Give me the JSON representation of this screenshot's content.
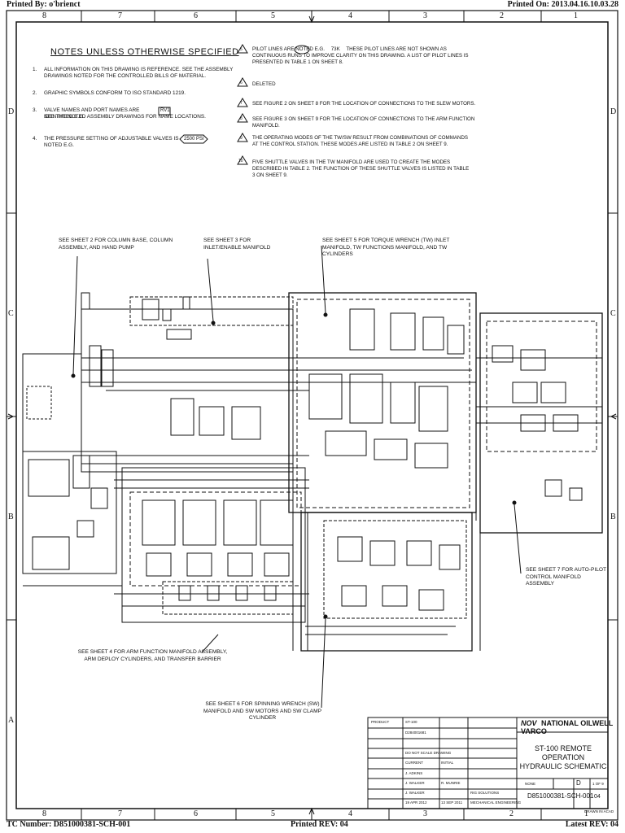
{
  "header": {
    "printed_by": "Printed By: o'brienct",
    "printed_on": "Printed On: 2013.04.16.10.03.28"
  },
  "footer": {
    "tc_number": "TC Number: D851000381-SCH-001",
    "printed_rev": "Printed REV: 04",
    "latest_rev": "Latest REV: 04"
  },
  "zones": {
    "columns": [
      "8",
      "7",
      "6",
      "5",
      "4",
      "3",
      "2",
      "1"
    ],
    "rows": [
      "D",
      "C",
      "B",
      "A"
    ]
  },
  "notes": {
    "title": "NOTES UNLESS OTHERWISE SPECIFIED",
    "items": [
      {
        "num": "1.",
        "text": "ALL INFORMATION ON THIS DRAWING IS REFERENCE. SEE THE ASSEMBLY DRAWINGS NOTED FOR THE CONTROLLED BILLS OF MATERIAL."
      },
      {
        "num": "2.",
        "text": "GRAPHIC SYMBOLS CONFORM TO ISO STANDARD 1219."
      },
      {
        "num": "3.",
        "text": "VALVE NAMES AND PORT NAMES ARE IDENTIFIED e.g.",
        "tag": "RV1",
        "text2": "SEE THE NOTED ASSEMBLY DRAWINGS FOR NAME LOCATIONS."
      },
      {
        "num": "4.",
        "text": "THE PRESSURE SETTING OF ADJUSTABLE VALVES IS NOTED e.g.",
        "tag": "2500 PSI"
      }
    ]
  },
  "flag_notes": [
    {
      "num": "5",
      "text": "PILOT LINES ARE NOTED e.g.",
      "tag": "73K",
      "text2": "THESE PILOT LINES ARE NOT SHOWN AS CONTINUOUS RUNS TO IMPROVE CLARITY ON THIS DRAWING. A LIST OF PILOT LINES IS PRESENTED IN TABLE 1 ON SHEET 8."
    },
    {
      "num": "6",
      "text": "DELETED"
    },
    {
      "num": "7",
      "text": "SEE FIGURE 2 ON SHEET 8 FOR THE LOCATION OF CONNECTIONS TO THE SLEW MOTORS."
    },
    {
      "num": "8",
      "text": "SEE FIGURE 3 ON SHEET 9 FOR THE LOCATION OF CONNECTIONS TO THE ARM FUNCTION MANIFOLD."
    },
    {
      "num": "9",
      "text": "THE OPERATING MODES OF THE TW/SW RESULT FROM COMBINATIONS OF COMMANDS AT THE CONTROL STATION. THESE MODES ARE LISTED IN TABLE 2 ON SHEET 9."
    },
    {
      "num": "10",
      "text": "FIVE SHUTTLE VALVES IN THE TW MANIFOLD ARE USED TO CREATE THE MODES DESCRIBED IN TABLE 2. THE FUNCTION OF THESE SHUTTLE VALVES IS LISTED IN TABLE 3 ON SHEET 9."
    }
  ],
  "callouts": {
    "sheet2": "SEE SHEET 2 FOR COLUMN BASE, COLUMN ASSEMBLY, AND HAND PUMP",
    "sheet3": "SEE SHEET 3 FOR INLET/ENABLE MANIFOLD",
    "sheet5": "SEE SHEET 5 FOR TORQUE WRENCH (TW) INLET MANIFOLD, TW FUNCTIONS MANIFOLD, AND TW CYLINDERS",
    "sheet7": "SEE SHEET 7 FOR AUTO-PILOT CONTROL MANIFOLD ASSEMBLY",
    "sheet4": "SEE SHEET 4 FOR ARM FUNCTION MANIFOLD ASSEMBLY, ARM DEPLOY CYLINDERS, AND TRANSFER BARRIER",
    "sheet6": "SEE SHEET 6 FOR SPINNING WRENCH (SW) MANIFOLD AND SW MOTORS AND SW CLAMP CYLINDER"
  },
  "title_block": {
    "company": "NATIONAL OILWELL VARCO",
    "logo": "NOV",
    "title_line1": "ST-100 REMOTE OPERATION",
    "title_line2": "HYDRAULIC SCHEMATIC",
    "doc_number": "D851000381-SCH-001",
    "rev": "04",
    "size": "D",
    "sheet": "1 OF 9",
    "scale": "NONE",
    "product": "ST-100",
    "dwg_number": "D284001681",
    "drawn": "J. WALKER",
    "checked": "J. WALKER",
    "approved": "R. MUNRIE",
    "designed": "J. ADKINS",
    "date1": "19 APR 2012",
    "date2": "13 SEP 2011",
    "dept": "RIG SOLUTIONS",
    "eng": "MECHANICAL ENGINEERING",
    "drawn_in": "DRAWN IN ACAD",
    "do_not_scale": "DO NOT SCALE DRAWING",
    "current": "CURRENT",
    "initial": "INITIAL"
  }
}
